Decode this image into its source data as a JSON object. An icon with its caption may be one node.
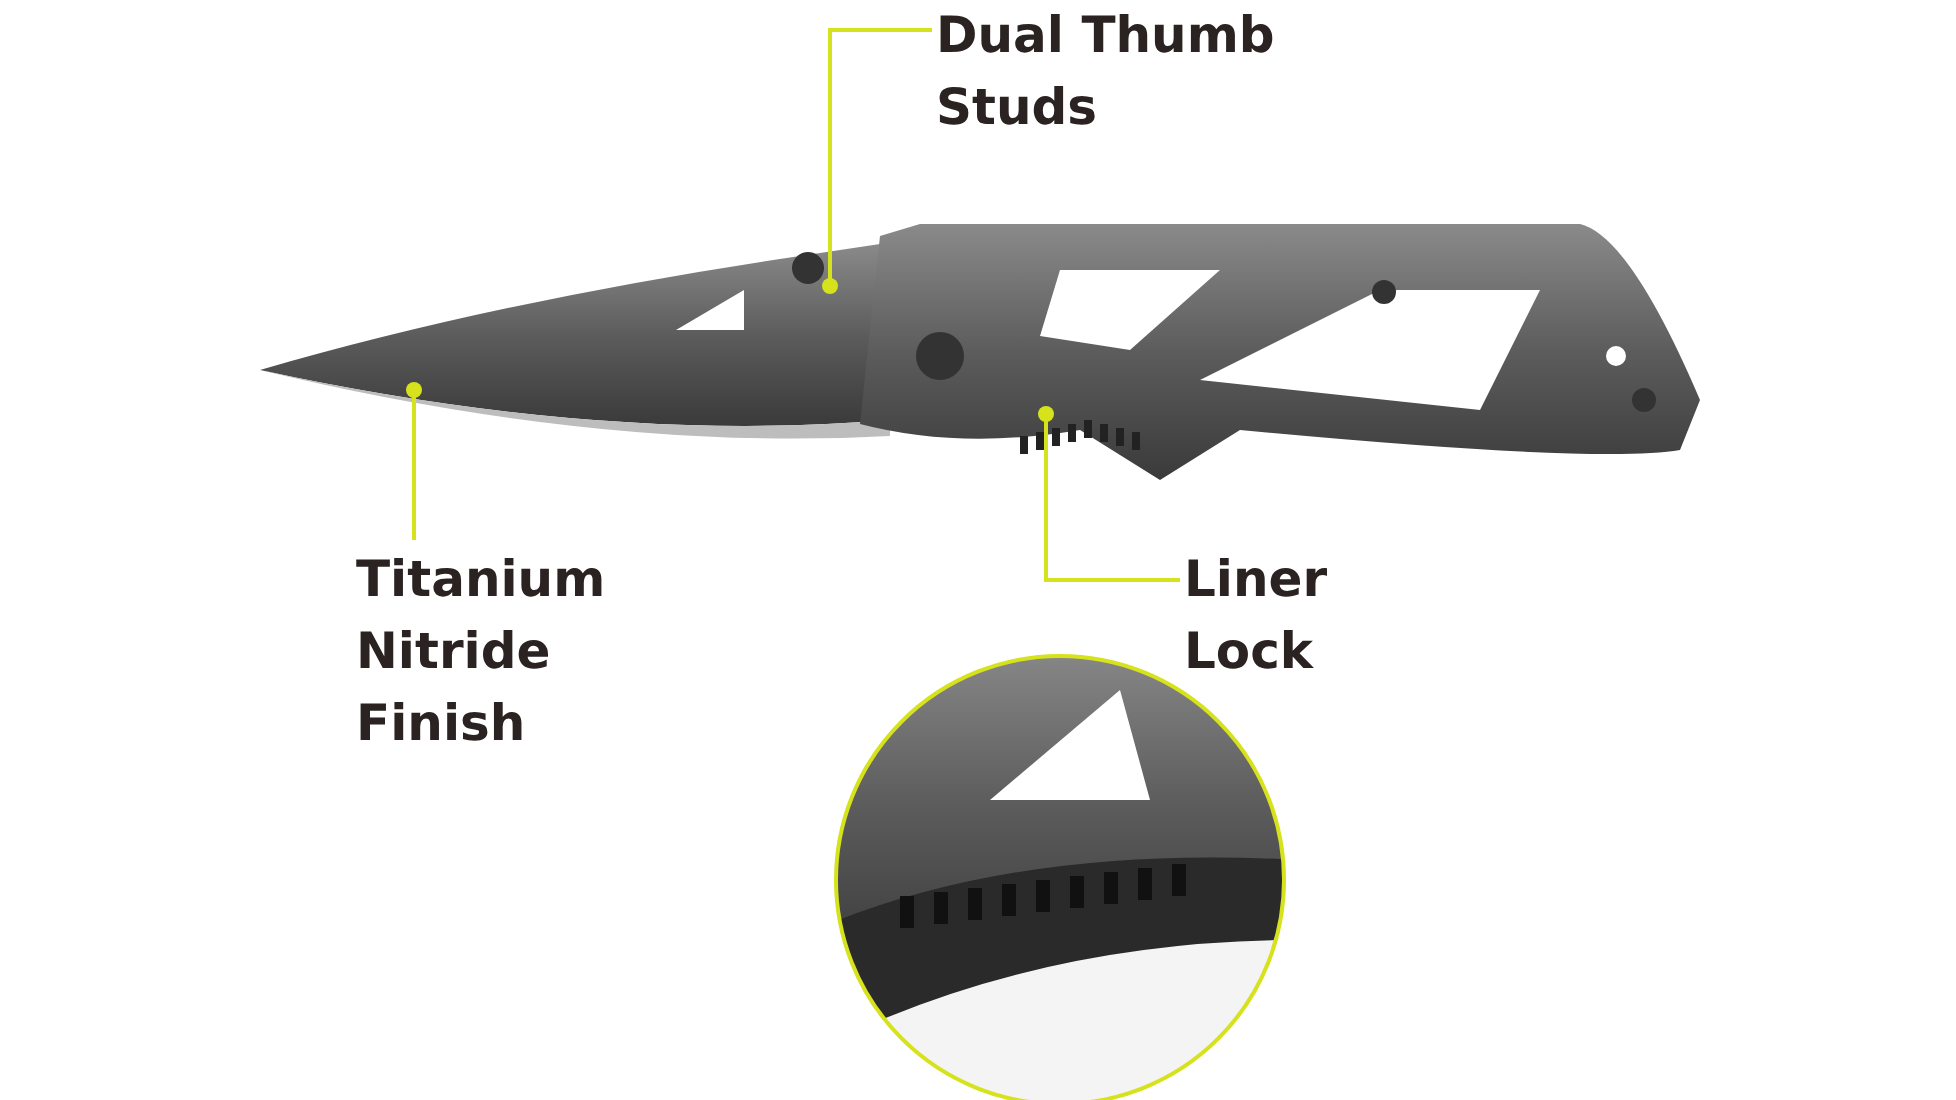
{
  "diagram": {
    "nodes": [
      {
        "text": [
          "Dual Thumb Studs"
        ]
      },
      {
        "text": [
          "Titanium Nitride Finish"
        ]
      },
      {
        "text": [
          "Liner Lock"
        ]
      },
      {
        "text": [],
        "shape": "picture"
      }
    ],
    "edges": [
      {
        "from": 0,
        "to": null,
        "arrow": "other"
      },
      {
        "from": 1,
        "to": null,
        "arrow": "other"
      },
      {
        "from": 2,
        "to": null,
        "arrow": "other"
      }
    ]
  }
}
